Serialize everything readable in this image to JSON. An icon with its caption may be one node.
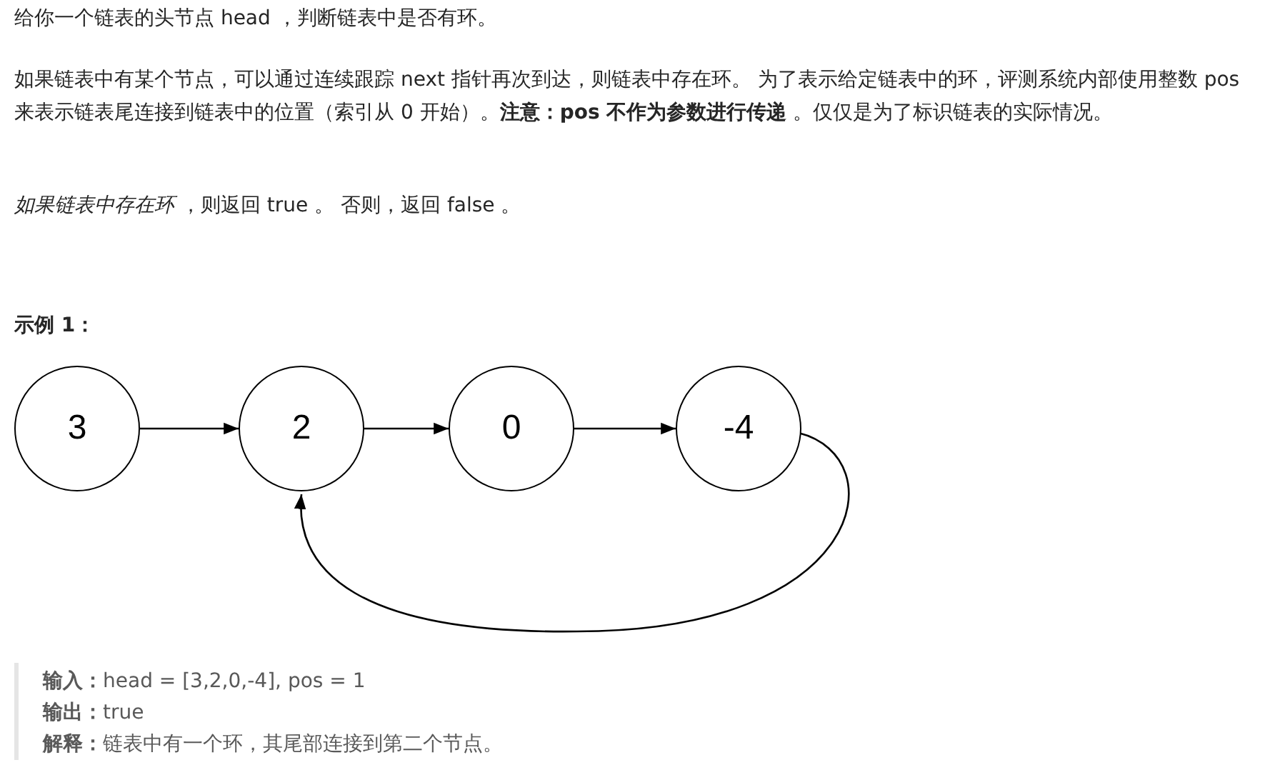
{
  "diagram": {
    "nodes": [
      {
        "text": [
          "3"
        ]
      },
      {
        "text": [
          "2"
        ]
      },
      {
        "text": [
          "0"
        ]
      },
      {
        "text": [
          "-4"
        ]
      }
    ],
    "edges": [
      {
        "from": 0,
        "to": 1,
        "arrow": "to"
      },
      {
        "from": 1,
        "to": 2,
        "arrow": "to"
      },
      {
        "from": 2,
        "to": 3,
        "arrow": "to"
      },
      {
        "from": 3,
        "to": 1,
        "arrow": "to"
      }
    ],
    "labels": [
      "给你一个链表的头节点 head ，判断链表中是否有环。",
      "如果链表中有某个节点，可以通过连续跟踪 next 指针再次到达，则链表中存在环。 为了表示给定链表中的环，评测系统内部使用整数 pos 来表示链表尾连接到链表中的位置（索引从 0 开始）。**注意：pos 不作为参数进行传递** 。仅仅是为了标识链表的实际情况。",
      "*如果链表中存在环* ，则返回 true 。 否则，返回 false 。",
      "示例 1：",
      "**输入：**head = [3,2,0,-4], pos = 1",
      "**输出：**true",
      "**解释：**链表中有一个环，其尾部连接到第二个节点。"
    ]
  }
}
